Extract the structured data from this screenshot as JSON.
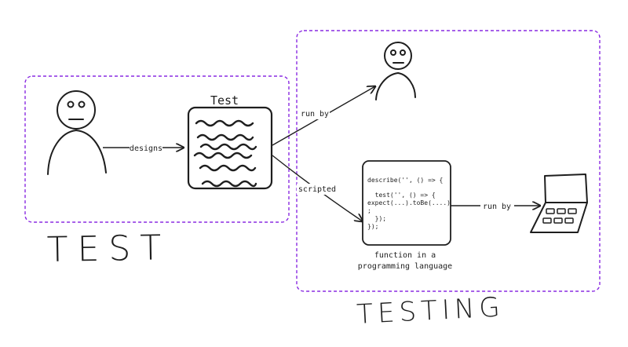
{
  "regions": {
    "test_title": "TEST",
    "testing_title": "TESTING"
  },
  "doc": {
    "title": "Test"
  },
  "edges": {
    "designs": "designs",
    "run_by_person": "run by",
    "scripted": "scripted",
    "run_by_computer": "run by"
  },
  "code": {
    "lines": [
      "describe('', () => {",
      "",
      "  test('', () => {",
      "expect(...).toBe(....)",
      ";",
      "  });",
      "});"
    ]
  },
  "code_caption": {
    "line1": "function in a",
    "line2": "programming language"
  },
  "colors": {
    "ink": "#1e1e1e",
    "region_border": "#8a2be2"
  }
}
